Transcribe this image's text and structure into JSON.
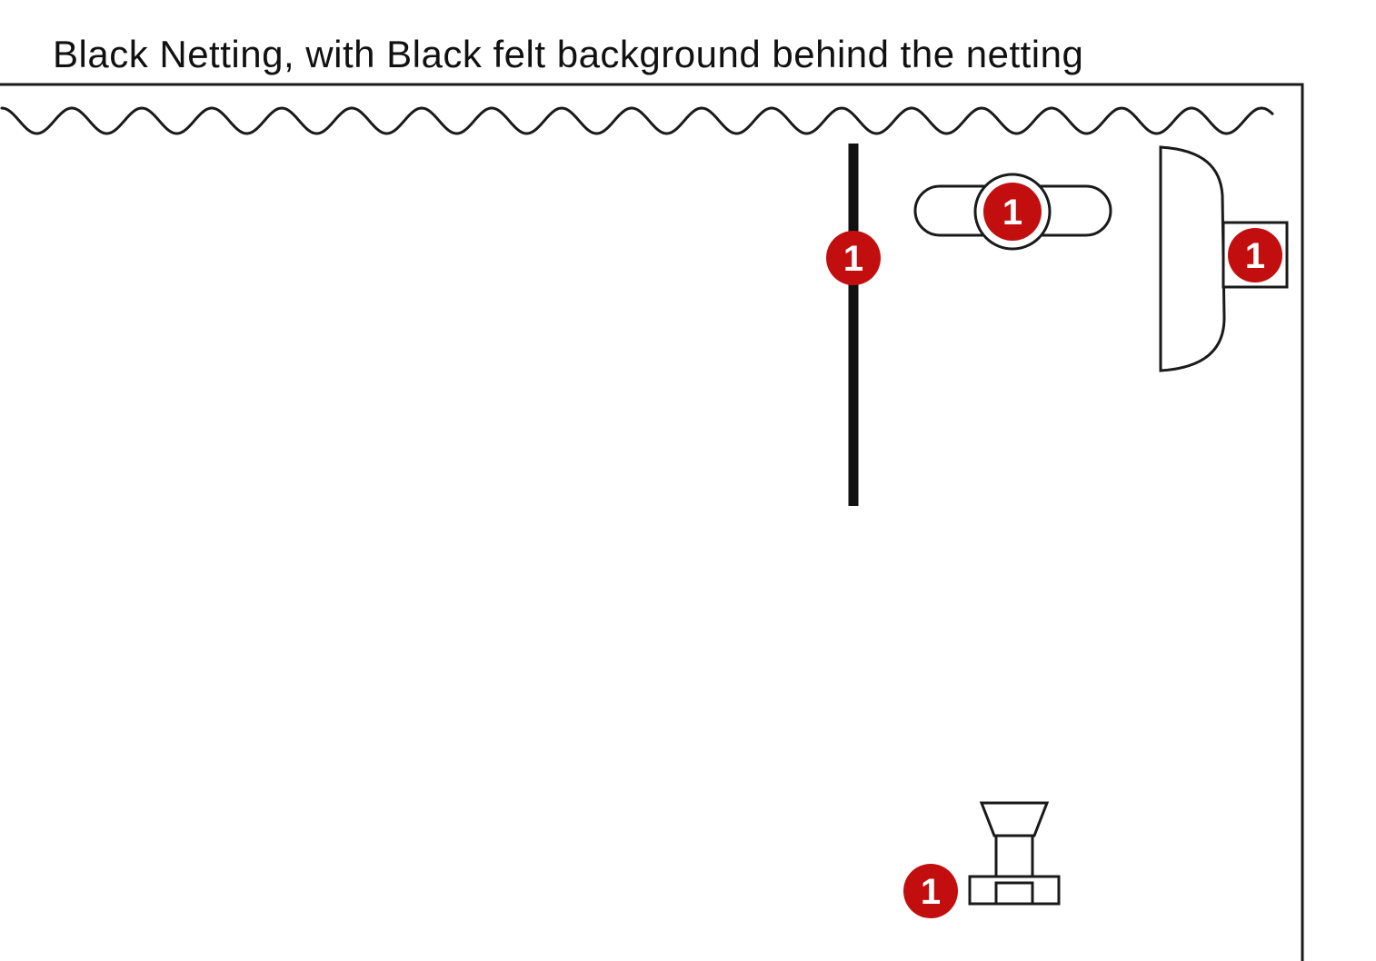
{
  "caption": "Black Netting, with Black felt background behind the netting",
  "badge_label": "1",
  "colors": {
    "line": "#1a1a1a",
    "badge_fill": "#c20e0e",
    "badge_text": "#ffffff",
    "background": "#ffffff"
  },
  "elements": [
    {
      "name": "backdrop-stand",
      "badge": "1"
    },
    {
      "name": "overhead-light",
      "badge": "1"
    },
    {
      "name": "reflector-light",
      "badge": "1"
    },
    {
      "name": "camera",
      "badge": "1"
    }
  ]
}
